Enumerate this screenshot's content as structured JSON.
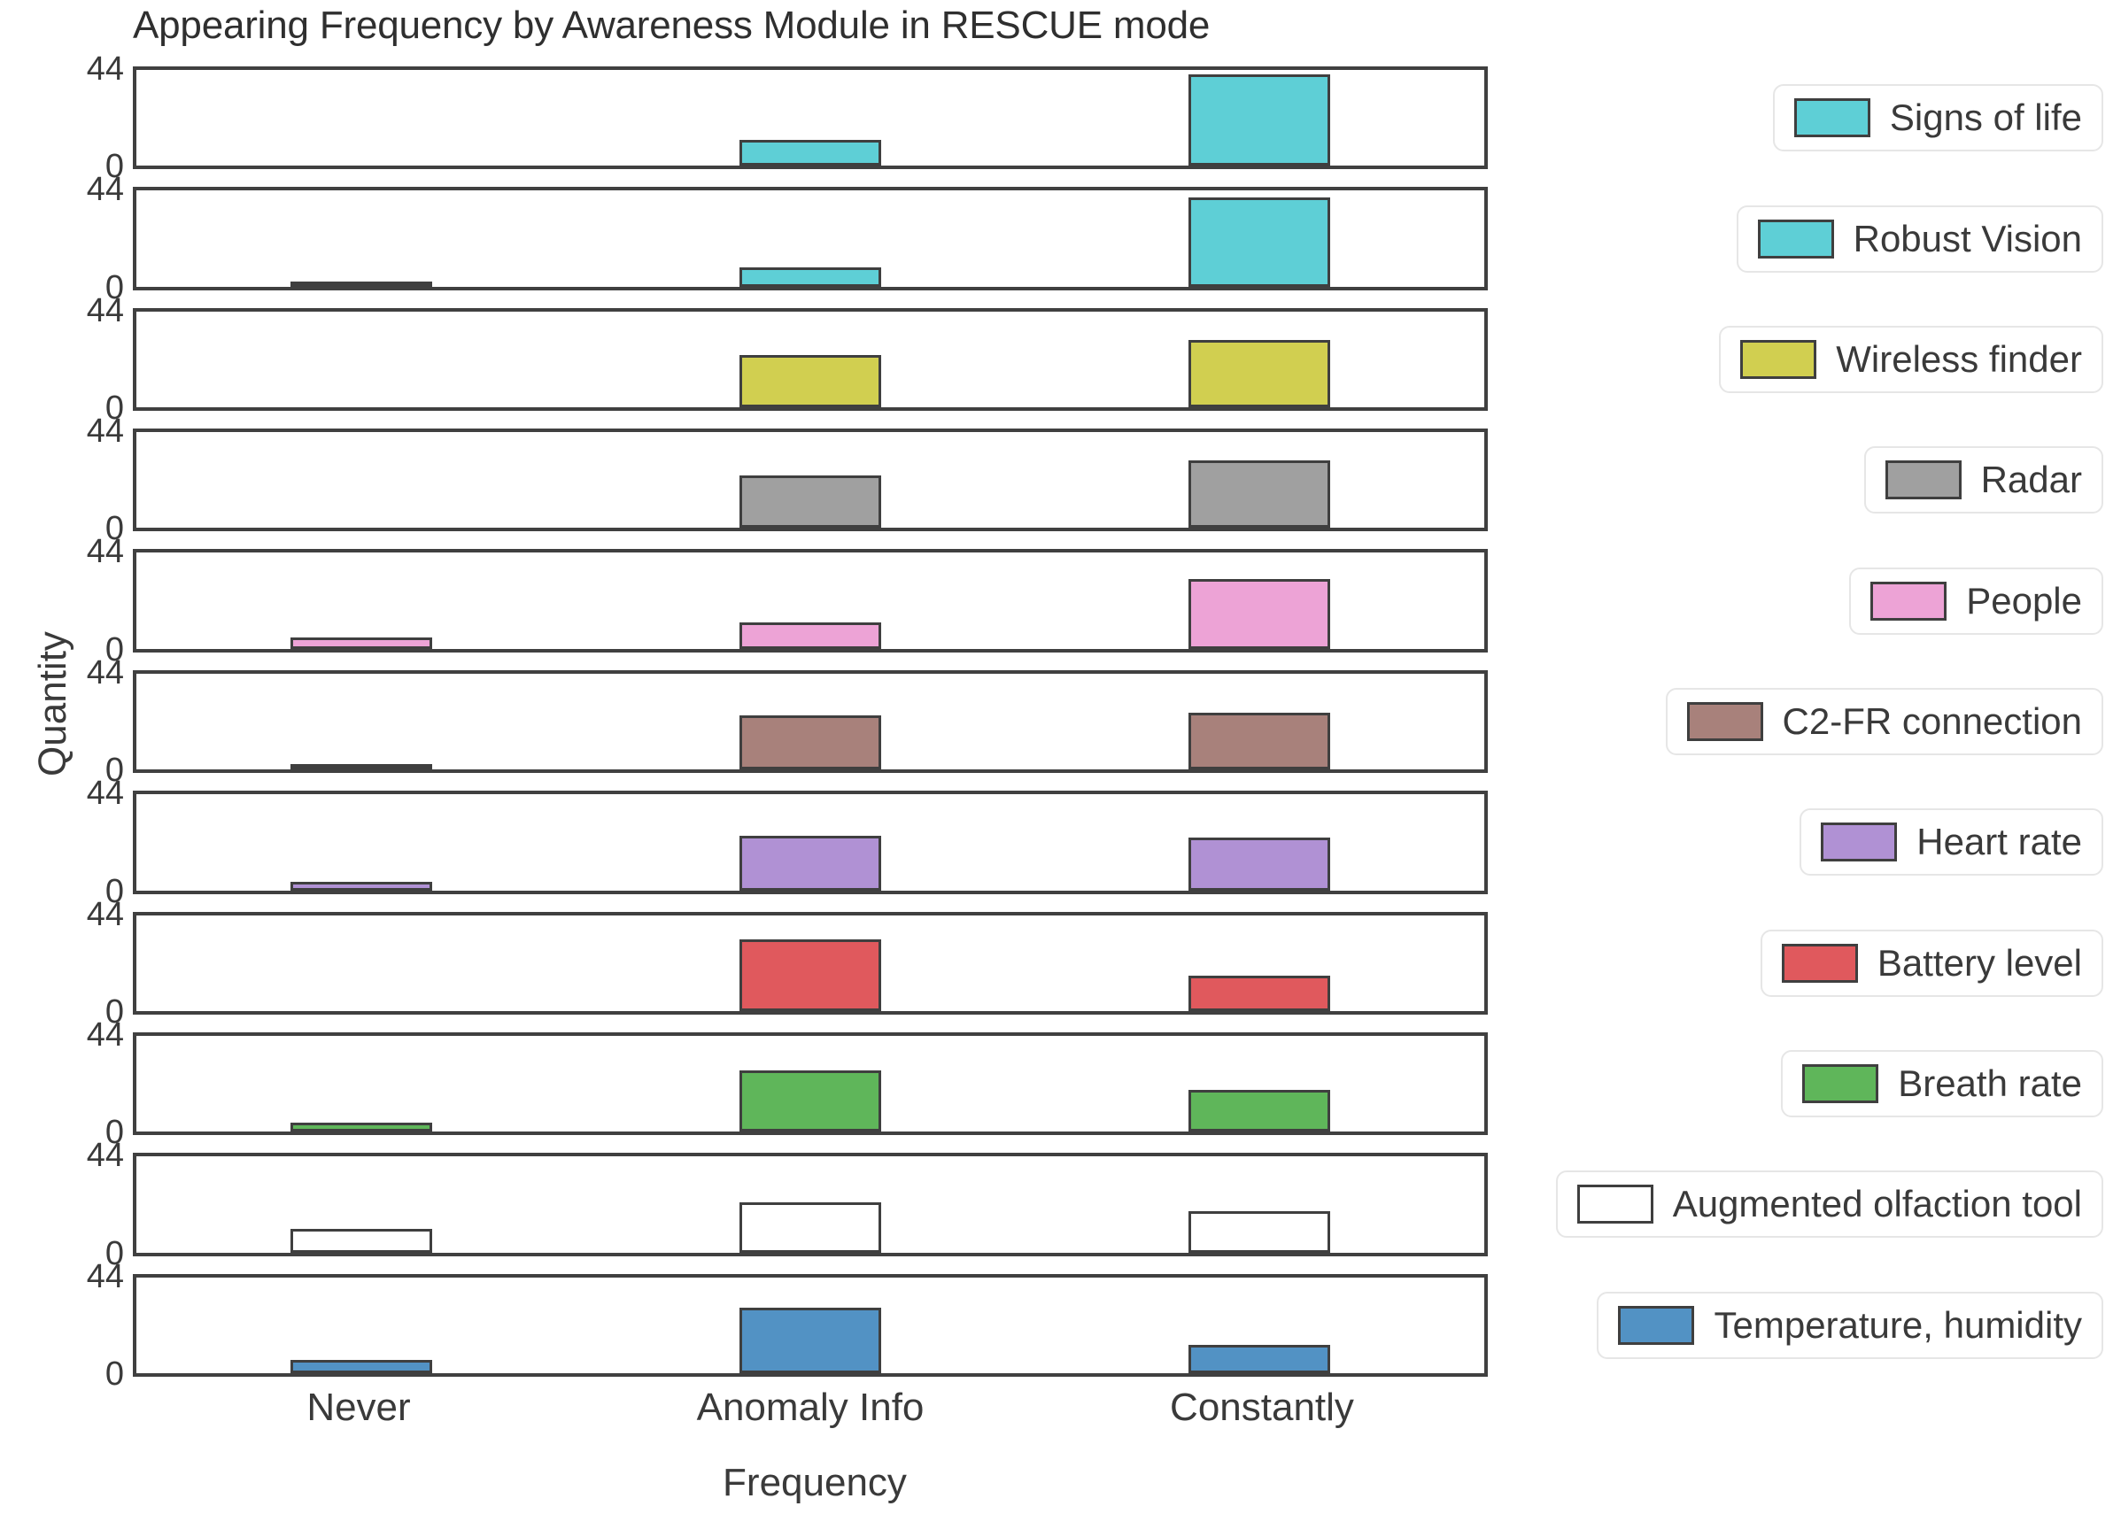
{
  "chart_data": {
    "type": "bar",
    "title": "Appearing Frequency by Awareness Module in RESCUE mode",
    "xlabel": "Frequency",
    "ylabel": "Quantity",
    "categories": [
      "Never",
      "Anomaly Info",
      "Constantly"
    ],
    "ylim": [
      0,
      44
    ],
    "yticks": [
      "0",
      "44"
    ],
    "grid": false,
    "legend_position": "right",
    "layout": "stacked-subplots-one-per-series",
    "series": [
      {
        "name": "Signs of life",
        "color": "#5ecfd6",
        "values": [
          0,
          12,
          42
        ]
      },
      {
        "name": "Robust Vision",
        "color": "#5ecfd6",
        "values": [
          1.5,
          9,
          41
        ]
      },
      {
        "name": "Wireless finder",
        "color": "#d1cf50",
        "values": [
          0,
          24,
          31
        ]
      },
      {
        "name": "Radar",
        "color": "#a0a0a0",
        "values": [
          0,
          24,
          31
        ]
      },
      {
        "name": "People",
        "color": "#eda3d6",
        "values": [
          5,
          12,
          32
        ]
      },
      {
        "name": "C2-FR connection",
        "color": "#a8817b",
        "values": [
          1.5,
          25,
          26
        ]
      },
      {
        "name": "Heart rate",
        "color": "#b091d4",
        "values": [
          4,
          25,
          24
        ]
      },
      {
        "name": "Battery level",
        "color": "#e0595d",
        "values": [
          0,
          33,
          16
        ]
      },
      {
        "name": "Breath rate",
        "color": "#5fb65a",
        "values": [
          4,
          28,
          19
        ]
      },
      {
        "name": "Augmented olfaction tool",
        "color": "#f7a košt",
        "values": [
          11,
          23,
          19
        ]
      },
      {
        "name": "Temperature, humidity",
        "color": "#5292c4",
        "values": [
          6,
          30,
          13
        ]
      }
    ]
  }
}
